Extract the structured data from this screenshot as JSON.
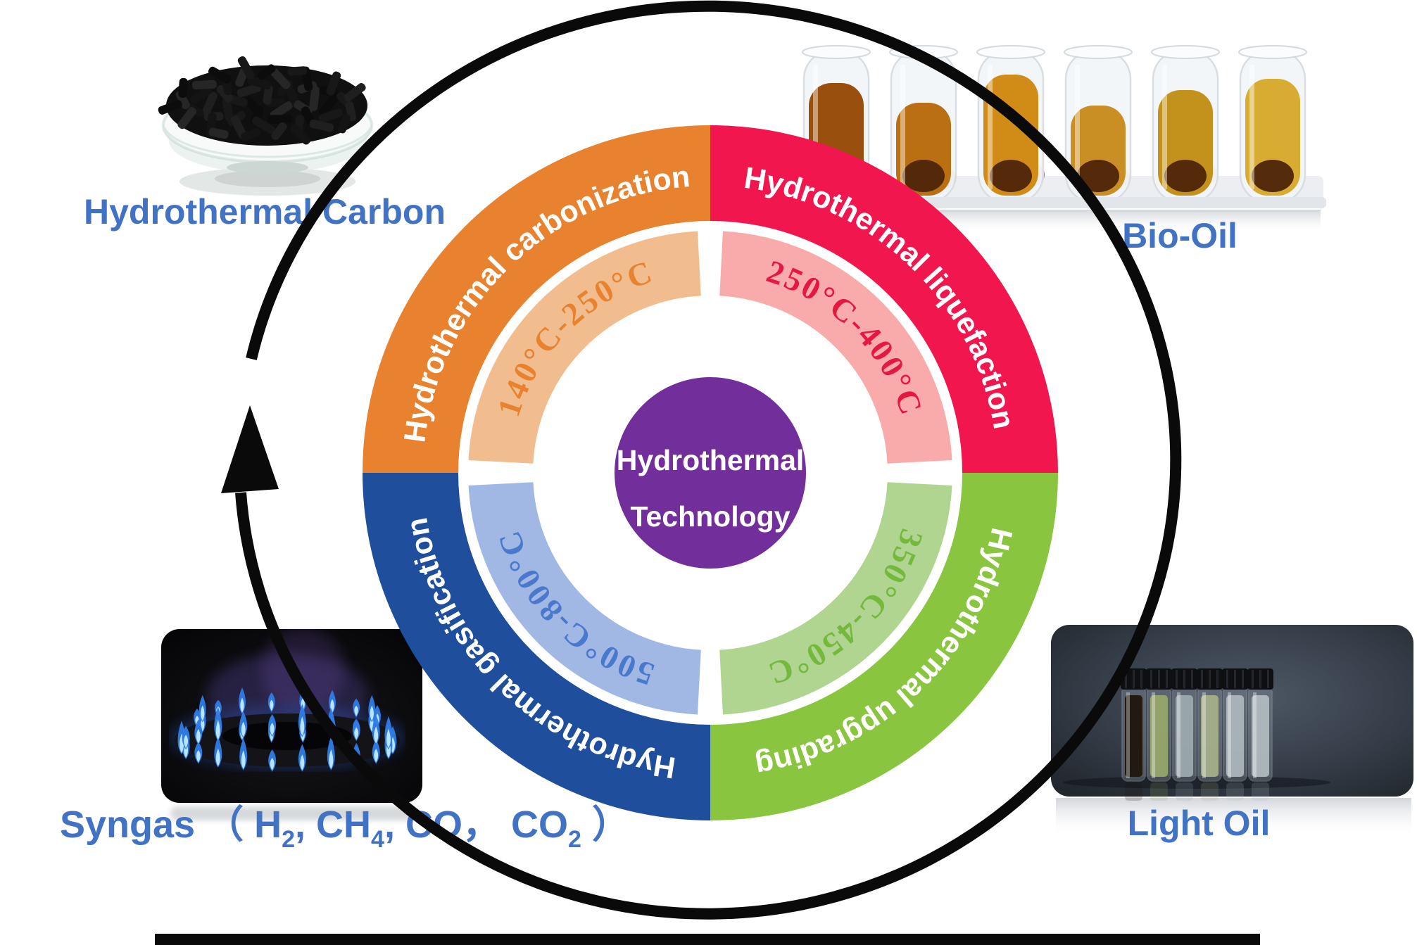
{
  "center": {
    "line1": "Hydrothermal",
    "line2": "Technology",
    "bg": "#722F9C"
  },
  "ring": {
    "segments": [
      {
        "label": "Hydrothermal carbonization",
        "temp": "140°C-250°C",
        "color": "#E8822F",
        "inner_color": "#F2BD8E",
        "temp_text_color": "#E8822F",
        "position": "top-left"
      },
      {
        "label": "Hydrothermal liquefaction",
        "temp": "250°C-400°C",
        "color": "#F2164E",
        "inner_color": "#F9ABAC",
        "temp_text_color": "#E51840",
        "position": "top-right"
      },
      {
        "label": "Hydrothermal upgrading",
        "temp": "350°C-450°C",
        "color": "#8AC53F",
        "inner_color": "#B0D590",
        "temp_text_color": "#74B83D",
        "position": "bottom-right"
      },
      {
        "label": "Hydrothermal gasification",
        "temp": "500°C-800°C",
        "color": "#1E4E9C",
        "inner_color": "#A0B8E3",
        "temp_text_color": "#4A78CC",
        "position": "bottom-left"
      }
    ]
  },
  "products": {
    "hydrothermal_carbon": {
      "label": "Hydrothermal Carbon"
    },
    "bio_oil": {
      "label": "Bio-Oil"
    },
    "light_oil": {
      "label": "Light Oil"
    },
    "syngas": {
      "label": "Syngas （ H2, CH4, CO， CO2 ）",
      "parts": [
        {
          "t": "Syngas （ H"
        },
        {
          "t": "2",
          "sub": true
        },
        {
          "t": ", CH"
        },
        {
          "t": "4",
          "sub": true
        },
        {
          "t": ", CO，  CO"
        },
        {
          "t": "2",
          "sub": true
        },
        {
          "t": " ）"
        }
      ]
    }
  },
  "label_color": "#4272C4"
}
